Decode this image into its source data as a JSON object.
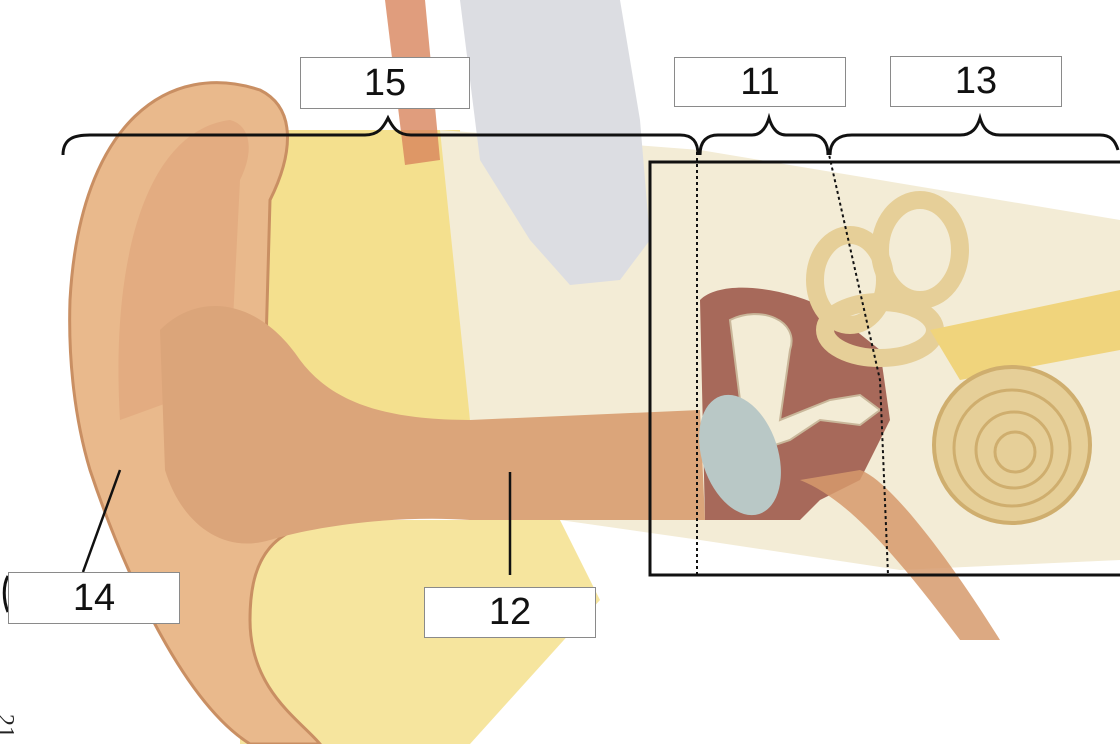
{
  "figure": {
    "subject": "human ear cross-section",
    "labels": {
      "outer_ear": "15",
      "middle_ear": "11",
      "inner_ear": "13",
      "auricle": "14",
      "ear_canal": "12"
    },
    "page_number": "21"
  },
  "colors": {
    "skin": "#e9b98c",
    "skin_shadow": "#d69a6c",
    "canal": "#dba57a",
    "fat": "#f2db7a",
    "bone": "#f3ecd6",
    "cavity": "#dcdde2",
    "middle_ear_cavity": "#a7695a",
    "tympanic_membrane": "#b9c8c6",
    "cochlea": "#e6cf98",
    "nerve": "#f0d47c",
    "muscle": "#d8845c"
  }
}
